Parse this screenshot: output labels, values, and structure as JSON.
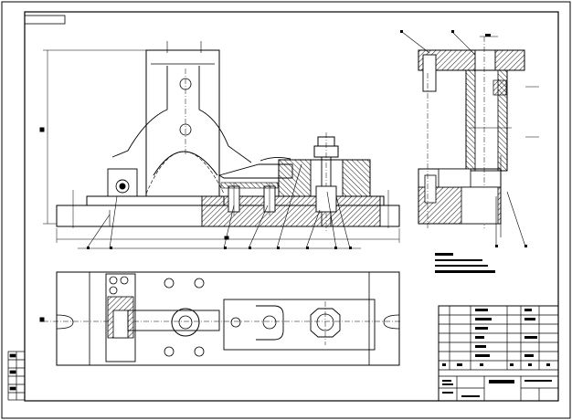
{
  "drawing": {
    "type": "mechanical assembly drawing (fixture)",
    "views": [
      "front-section-view",
      "side-section-view",
      "top-view"
    ],
    "colors": {
      "line": "#000000",
      "background": "#ffffff",
      "hatch": "#000000"
    }
  },
  "labels": {
    "balloon_numbers": [
      "1",
      "2",
      "3",
      "4",
      "5",
      "6",
      "7",
      "8",
      "9",
      "10",
      "11",
      "12"
    ]
  }
}
